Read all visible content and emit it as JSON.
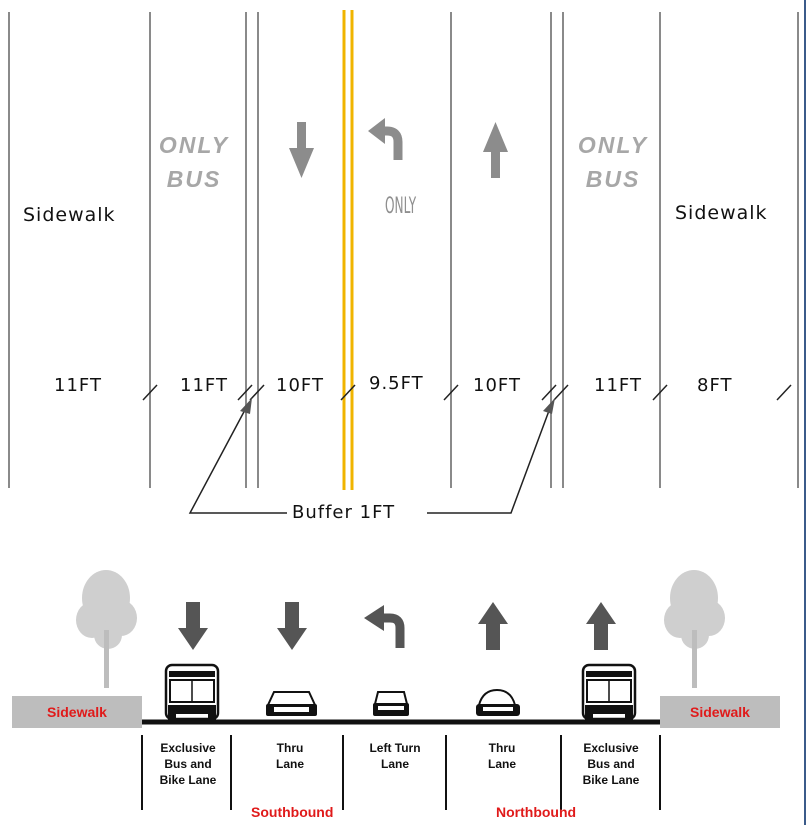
{
  "plan": {
    "sidewalk_left": "Sidewalk",
    "sidewalk_right": "Sidewalk",
    "bus_lane_left": {
      "line1": "ONLY",
      "line2": "BUS"
    },
    "bus_lane_right": {
      "line1": "ONLY",
      "line2": "BUS"
    },
    "left_turn_marking": "ONLY",
    "widths": [
      "11FT",
      "11FT",
      "10FT",
      "9.5FT",
      "10FT",
      "11FT",
      "8FT"
    ],
    "buffer_label": "Buffer 1FT"
  },
  "section": {
    "sidewalk_left": "Sidewalk",
    "sidewalk_right": "Sidewalk",
    "lanes": [
      {
        "name": "Exclusive Bus and Bike Lane",
        "lines": [
          "Exclusive",
          "Bus and",
          "Bike Lane"
        ]
      },
      {
        "name": "Thru Lane",
        "lines": [
          "Thru",
          "Lane"
        ]
      },
      {
        "name": "Left Turn Lane",
        "lines": [
          "Left Turn",
          "Lane"
        ]
      },
      {
        "name": "Thru Lane",
        "lines": [
          "Thru",
          "Lane"
        ]
      },
      {
        "name": "Exclusive Bus and Bike Lane",
        "lines": [
          "Exclusive",
          "Bus and",
          "Bike Lane"
        ]
      }
    ],
    "southbound": "Southbound",
    "northbound": "Northbound"
  },
  "colors": {
    "center_line": "#f0b400",
    "lane_line": "#8a8a8a",
    "label_red": "#e01a1a",
    "sidewalk_fill": "#bdbdbd"
  }
}
